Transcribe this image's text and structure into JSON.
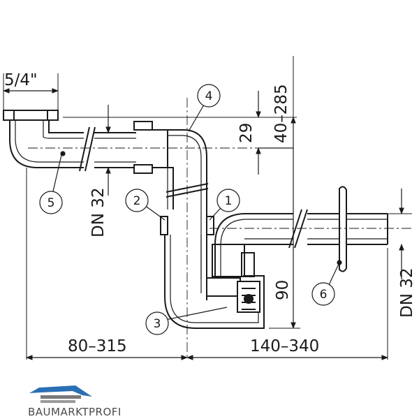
{
  "drawing": {
    "dimensions": {
      "thread": "5/4\"",
      "height_adjust": "40–285",
      "offset_29": "29",
      "dn_left": "DN 32",
      "dn_right": "DN 32",
      "height_90": "90",
      "width_left": "80–315",
      "width_right": "140–340"
    },
    "callouts": [
      "1",
      "2",
      "3",
      "4",
      "5",
      "6"
    ]
  },
  "logo": {
    "text": "BAUMARKTPROFI",
    "colors": {
      "primary": "#2a6fb5",
      "text": "#555555"
    }
  },
  "colors": {
    "line": "#1a1a1a",
    "fill": "#ffffff"
  }
}
